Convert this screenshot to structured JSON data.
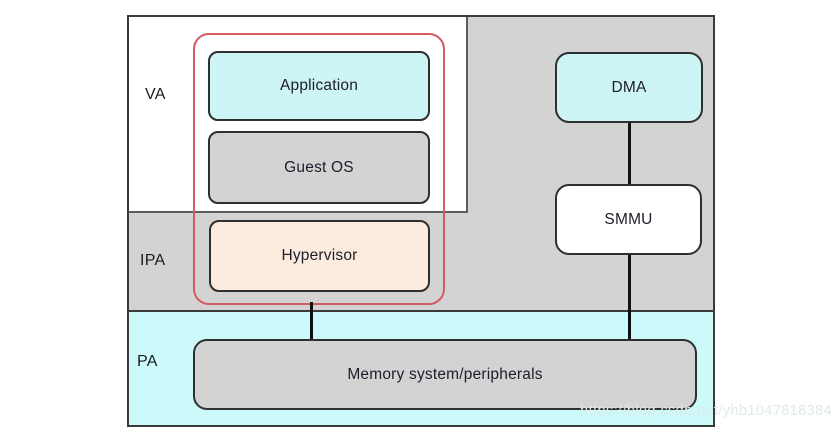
{
  "labels": {
    "va": "VA",
    "ipa": "IPA",
    "pa": "PA"
  },
  "nodes": {
    "application": {
      "label": "Application"
    },
    "guest_os": {
      "label": "Guest OS"
    },
    "hypervisor": {
      "label": "Hypervisor"
    },
    "dma": {
      "label": "DMA"
    },
    "smmu": {
      "label": "SMMU"
    },
    "memory": {
      "label": "Memory system/peripherals"
    }
  },
  "watermark": {
    "text": "https://blog.csdn.net/yhb1047818384"
  },
  "colors": {
    "cyan-fill": "#cdf5f6",
    "band-cyan": "#ccfafa",
    "gray-fill": "#d3d3d3",
    "peach-fill": "#fcecdd",
    "node-border": "#2f2f2f",
    "outer-border": "#3b3b3b",
    "region-border": "#5c5c5c",
    "red-outline": "#d45a64",
    "connector": "#111111",
    "text": "#1d1d2b",
    "watermark-color": "#dfeaea"
  }
}
